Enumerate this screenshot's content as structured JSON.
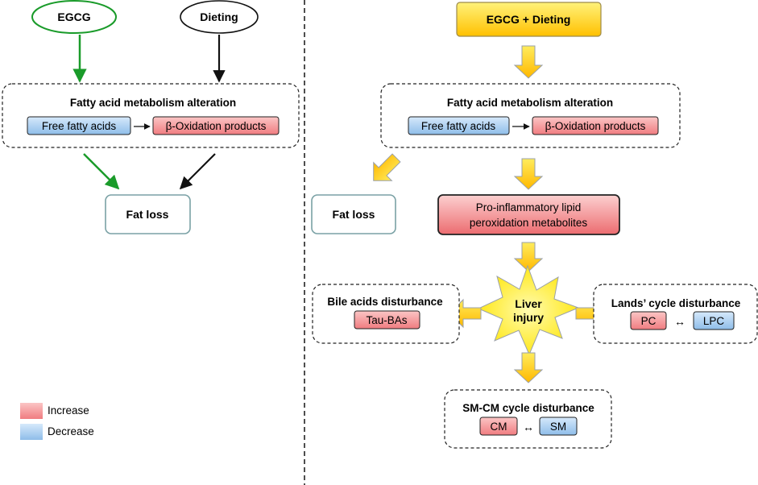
{
  "left": {
    "egcg": "EGCG",
    "dieting": "Dieting",
    "box_title": "Fatty acid metabolism alteration",
    "ffa": "Free fatty acids",
    "beta": "β-Oxidation products",
    "fat_loss": "Fat loss"
  },
  "right": {
    "combo": "EGCG + Dieting",
    "box_title": "Fatty acid metabolism alteration",
    "ffa": "Free fatty acids",
    "beta": "β-Oxidation products",
    "fat_loss": "Fat loss",
    "lipid_line1": "Pro-inflammatory lipid",
    "lipid_line2": "peroxidation metabolites",
    "liver_line1": "Liver",
    "liver_line2": "injury",
    "bile_title": "Bile acids disturbance",
    "tau": "Tau-BAs",
    "lands_title": "Lands’ cycle disturbance",
    "pc": "PC",
    "lpc": "LPC",
    "lands_arrow": "↔",
    "sm_title": "SM-CM cycle disturbance",
    "cm": "CM",
    "sm": "SM",
    "sm_arrow": "↔"
  },
  "legend": {
    "increase": "Increase",
    "decrease": "Decrease"
  },
  "colors": {
    "green": "#1a9b2a",
    "increase": "#f48b8f",
    "decrease": "#9cc6ee",
    "arrow_yellow": "#ffd21e",
    "arrow_edge": "#9aa0a8"
  }
}
